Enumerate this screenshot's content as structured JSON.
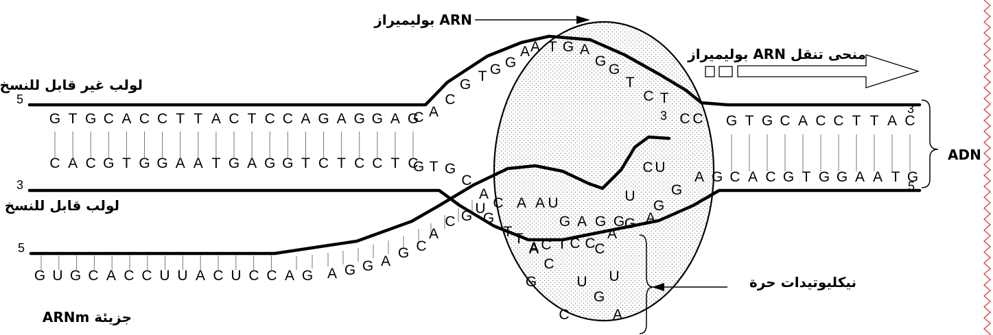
{
  "labels": {
    "rna_polymerase": "ARN بوليميراز",
    "direction": "منحى تنقل ARN بوليميراز",
    "coding_strand": "لولب غير قابل للنسخ",
    "template_strand": "لولب قابل للنسخ",
    "free_nucleotides": "نيكليوتيدات حرة",
    "mrna": "جزيئة ARNm",
    "dna": "ADN"
  },
  "ends": {
    "five": "5",
    "three": "3"
  },
  "sequences": {
    "coding_left": "GTGCACCTTACTCCAGAGGAG",
    "coding_bend": "CACGTGGA",
    "coding_bubble": "ATGAGGTCT",
    "coding_right": "CGTGCACCTTAC",
    "coding_right_start": "C",
    "template_left": "CACGTGGAATGAGGTCTCCTC",
    "template_bend": "GTGCAGCT",
    "template_bubble": "TACTCCAGAG",
    "template_right": "AGCACGTGGAATG",
    "template_right_start": "G",
    "rna_bubble": "AAUGAGGUCU",
    "rna_tail": "GUGCACCUUACUCCAGAGGAGCACGU",
    "free": [
      "A",
      "C",
      "U",
      "G",
      "U",
      "G",
      "C",
      "A",
      "C"
    ]
  },
  "colors": {
    "strand": "#000000",
    "pairs": "#777777",
    "border_zigzag": "#e53935"
  }
}
